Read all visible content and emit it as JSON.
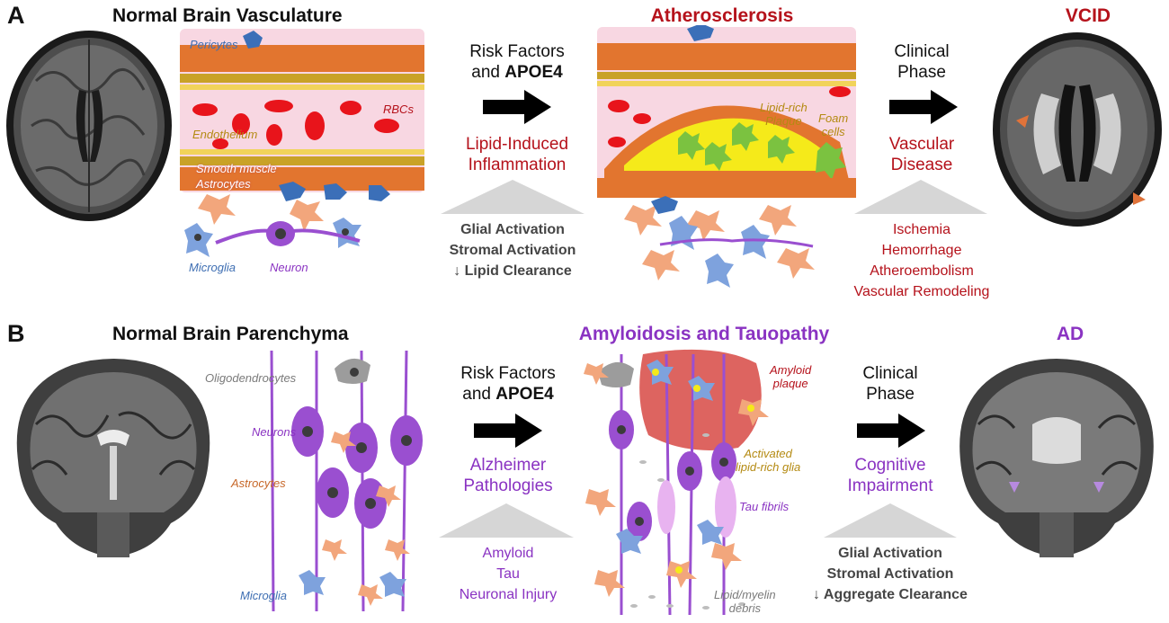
{
  "panel_a": {
    "letter": "A",
    "title_normal": "Normal Brain Vasculature",
    "title_disease": "Atherosclerosis",
    "title_outcome": "VCID",
    "arrow1": {
      "line1": "Risk Factors",
      "line2_prefix": "and ",
      "line2_bold": "APOE4"
    },
    "mechanism": [
      "Lipid-Induced",
      "Inflammation"
    ],
    "triangle1_lines": [
      "Glial Activation",
      "Stromal Activation",
      "↓ Lipid Clearance"
    ],
    "arrow2": {
      "line1": "Clinical",
      "line2": "Phase"
    },
    "outcome_mechanism": [
      "Vascular",
      "Disease"
    ],
    "triangle2_lines": [
      "Ischemia",
      "Hemorrhage",
      "Atheroembolism",
      "Vascular Remodeling"
    ],
    "labels": {
      "pericytes": "Pericytes",
      "rbcs": "RBCs",
      "endothelium": "Endothelium",
      "smooth_muscle": "Smooth muscle",
      "astrocytes": "Astrocytes",
      "microglia": "Microglia",
      "neuron": "Neuron",
      "plaque_1": "Lipid-rich",
      "plaque_2": "Plaque",
      "foam_1": "Foam",
      "foam_2": "cells"
    }
  },
  "panel_b": {
    "letter": "B",
    "title_normal": "Normal Brain Parenchyma",
    "title_disease": "Amyloidosis and Tauopathy",
    "title_outcome": "AD",
    "arrow1": {
      "line1": "Risk Factors",
      "line2_prefix": "and ",
      "line2_bold": "APOE4"
    },
    "mechanism": [
      "Alzheimer",
      "Pathologies"
    ],
    "triangle1_lines": [
      "Amyloid",
      "Tau",
      "Neuronal Injury"
    ],
    "arrow2": {
      "line1": "Clinical",
      "line2": "Phase"
    },
    "outcome_mechanism": [
      "Cognitive",
      "Impairment"
    ],
    "triangle2_lines": [
      "Glial Activation",
      "Stromal Activation",
      "↓ Aggregate Clearance"
    ],
    "labels": {
      "oligodendrocytes": "Oligodendrocytes",
      "neurons": "Neurons",
      "astrocytes": "Astrocytes",
      "microglia": "Microglia",
      "amyloid_1": "Amyloid",
      "amyloid_2": "plaque",
      "activated_1": "Activated",
      "activated_2": "lipid-rich glia",
      "tau": "Tau fibrils",
      "debris_1": "Lipid/myelin",
      "debris_2": "debris"
    }
  },
  "colors": {
    "red": "#b5121b",
    "purple": "#8a33c2",
    "grey_text": "#454545",
    "triangle": "#d6d6d6",
    "blood_vessel_pink": "#f8d7e2",
    "smooth_muscle_orange": "#e2752f",
    "endothelium_gold": "#c9a227",
    "rbc_red": "#e8141b",
    "astrocyte_peach": "#f2a67c",
    "microglia_blue": "#7ea2dd",
    "neuron_purple": "#9a4fd0",
    "plaque_yellow": "#f5ea1a",
    "foam_green": "#7bc240",
    "amyloid_red": "#d9534f"
  }
}
